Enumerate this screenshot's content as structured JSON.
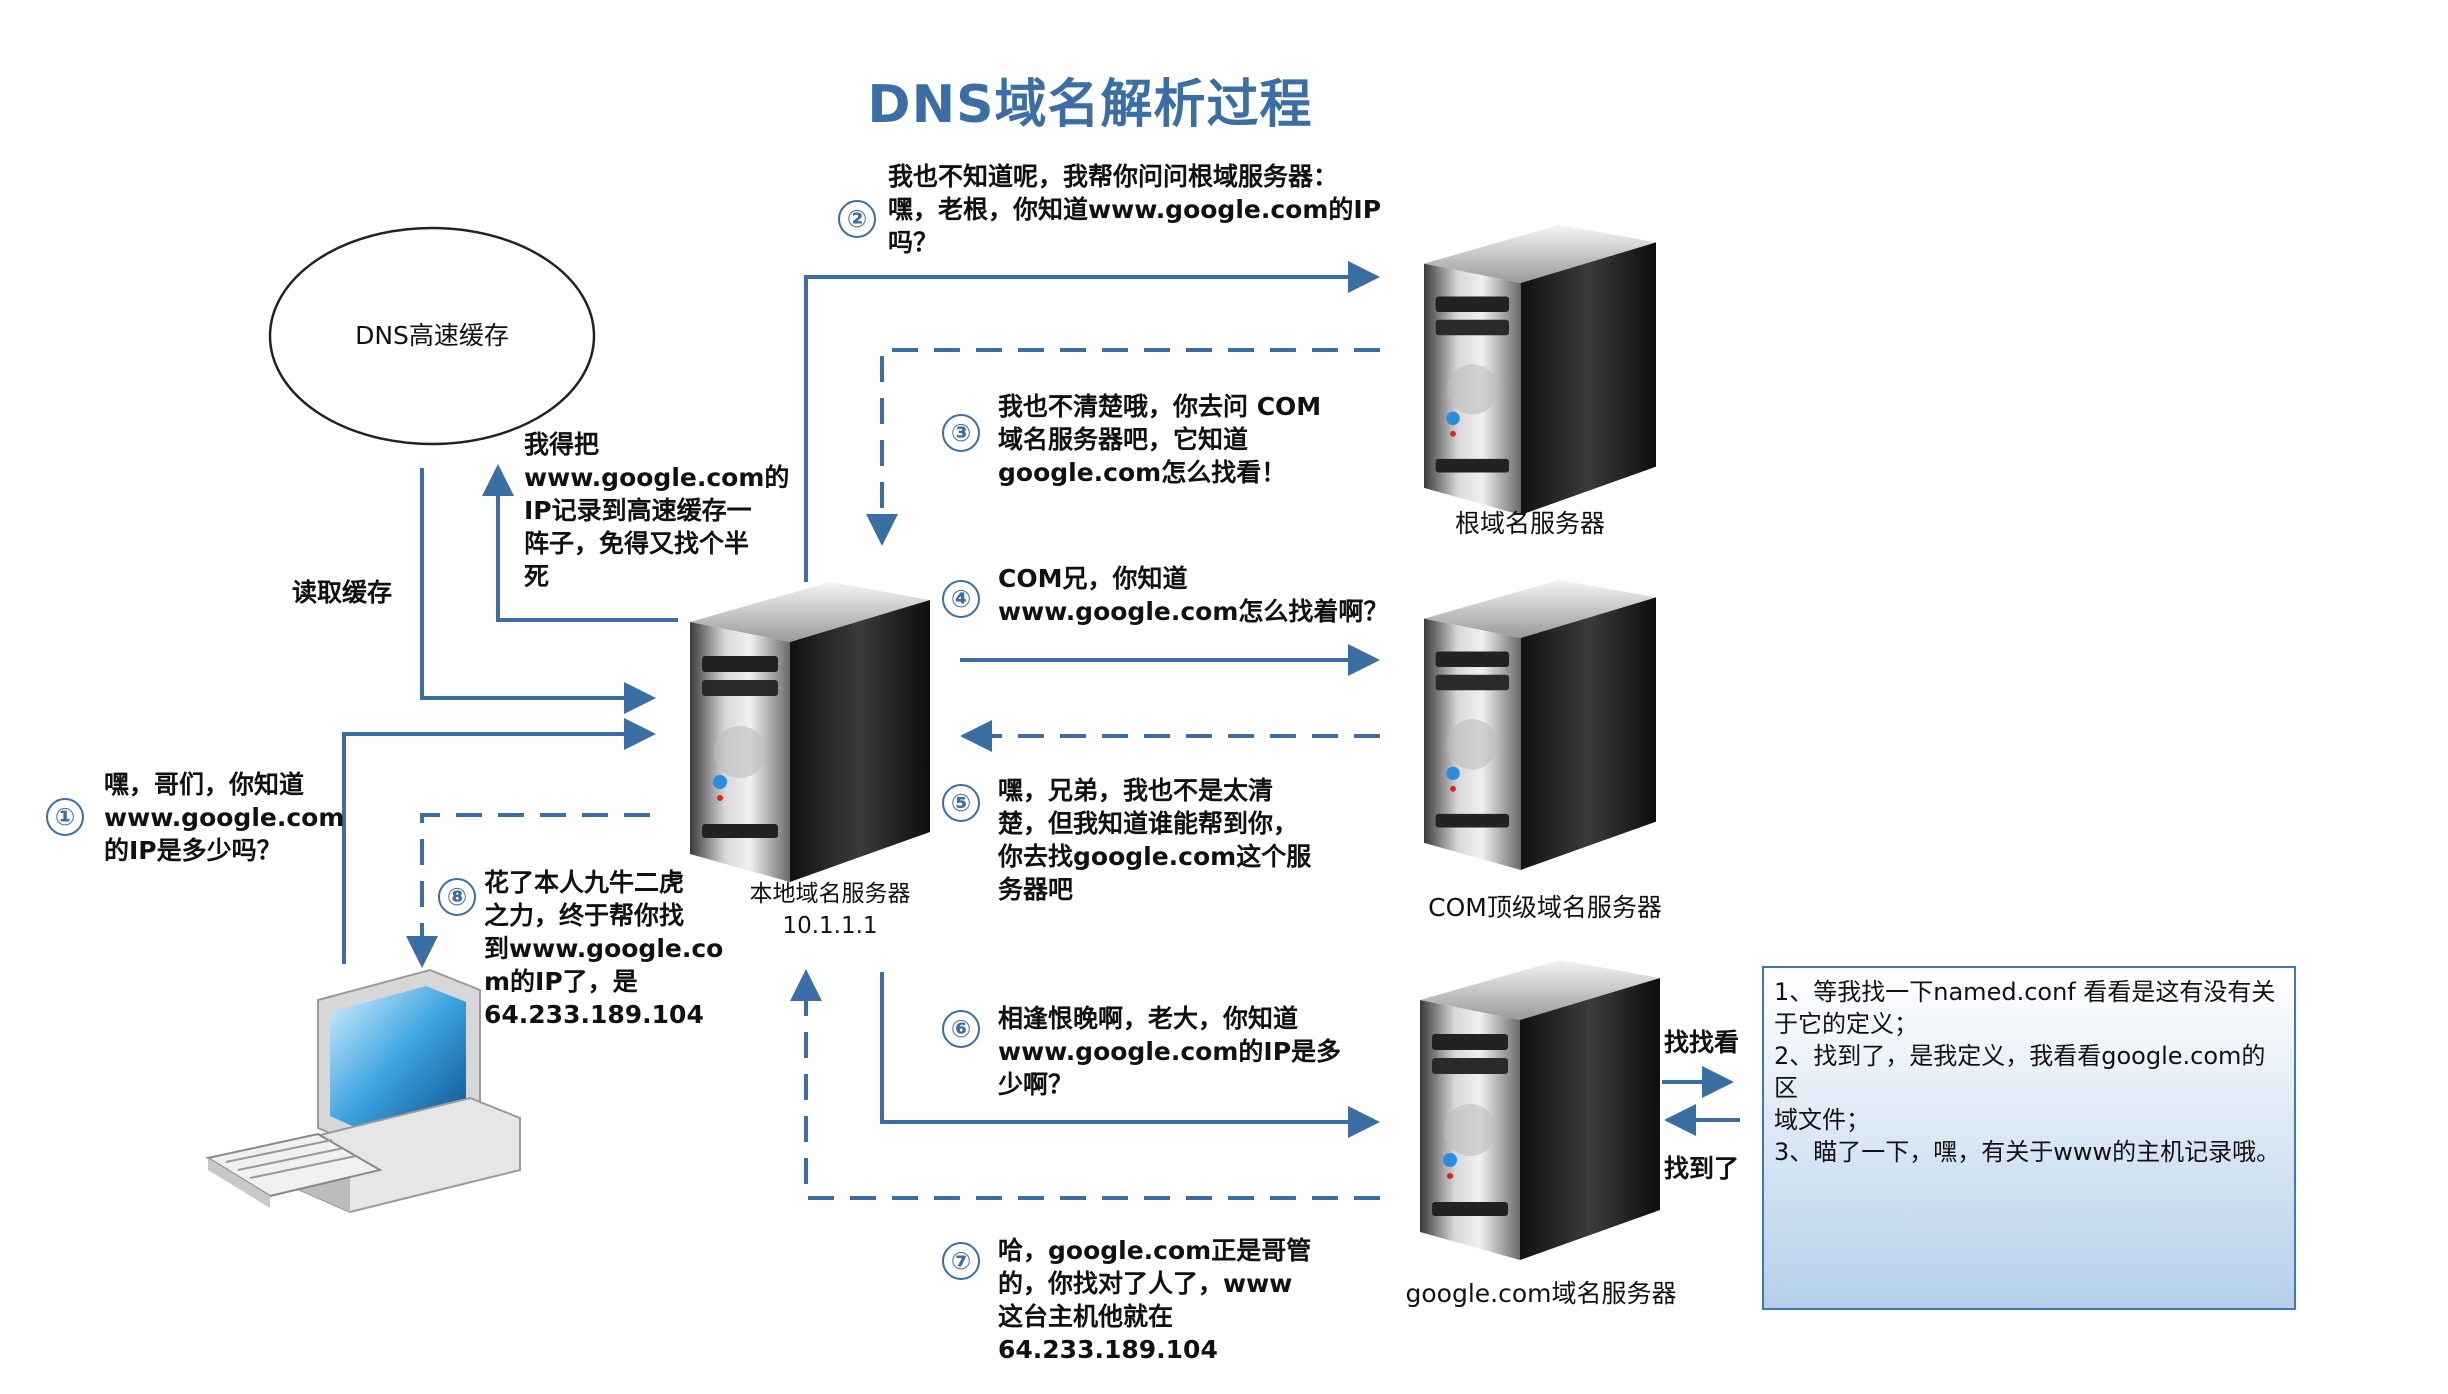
{
  "title": "DNS域名解析过程",
  "cache": {
    "label": "DNS高速缓存"
  },
  "labels": {
    "read_cache": "读取缓存",
    "write_cache": "我得把\nwww.google.com的\nIP记录到高速缓存一\n阵子，免得又找个半\n死",
    "local_server": "本地域名服务器\n10.1.1.1",
    "root_server": "根域名服务器",
    "com_server": "COM顶级域名服务器",
    "google_server": "google.com域名服务器",
    "find": "找找看",
    "found": "找到了"
  },
  "steps": [
    {
      "num": "①",
      "text": "嘿，哥们，你知道\nwww.google.com\n的IP是多少吗？"
    },
    {
      "num": "②",
      "text": "我也不知道呢，我帮你问问根域服务器：\n嘿，老根，你知道www.google.com的IP\n吗？"
    },
    {
      "num": "③",
      "text": "我也不清楚哦，你去问  COM\n域名服务器吧，它知道\ngoogle.com怎么找看！"
    },
    {
      "num": "④",
      "text": "COM兄，你知道\nwww.google.com怎么找着啊？"
    },
    {
      "num": "⑤",
      "text": "嘿，兄弟，我也不是太清\n楚，但我知道谁能帮到你，\n你去找google.com这个服\n务器吧"
    },
    {
      "num": "⑥",
      "text": "相逢恨晚啊，老大，你知道\nwww.google.com的IP是多\n少啊？"
    },
    {
      "num": "⑦",
      "text": "哈，google.com正是哥管\n的，你找对了人了，www\n这台主机他就在\n64.233.189.104"
    },
    {
      "num": "⑧",
      "text": "花了本人九牛二虎\n之力，终于帮你找\n到www.google.co\nm的IP了，是\n64.233.189.104"
    }
  ],
  "note": [
    "1、等我找一下named.conf 看看是这有没有关",
    "于它的定义；",
    "2、找到了，是我定义，我看看google.com的区",
    "域文件；",
    "3、瞄了一下，嘿，有关于www的主机记录哦。"
  ],
  "colors": {
    "arrow": "#3a6ea5",
    "title": "#3a6ea5"
  }
}
